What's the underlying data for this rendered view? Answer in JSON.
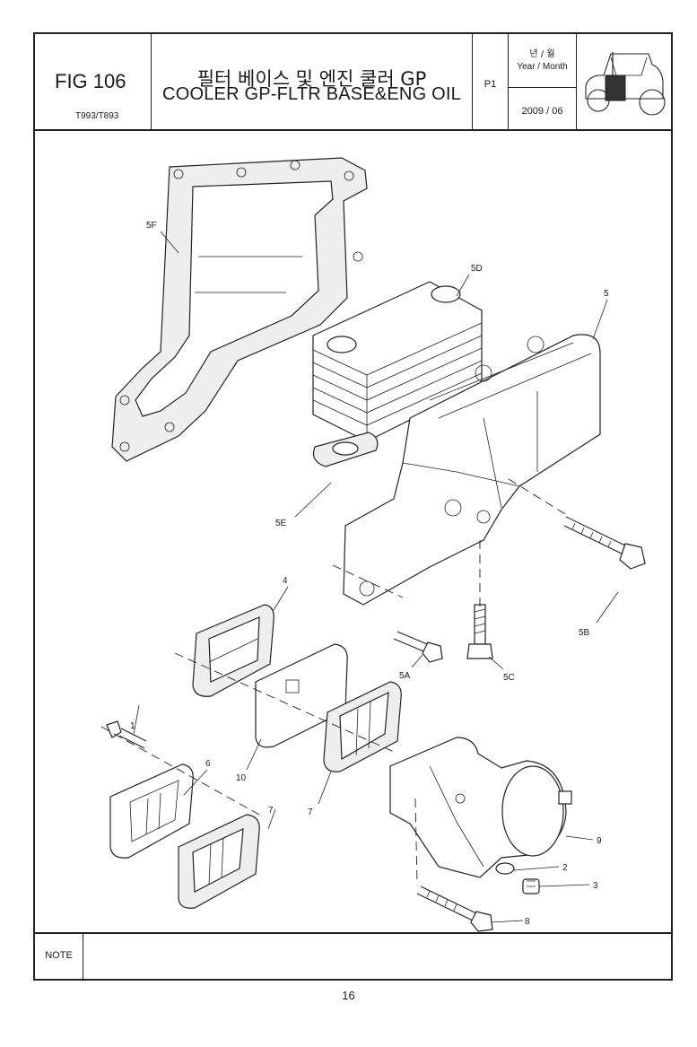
{
  "header": {
    "fig_label": "FIG 106",
    "models": "T993/T893",
    "title_kr": "필터 베이스 및 엔진 쿨러 GP",
    "title_en": "COOLER GP-FLTR BASE&ENG OIL",
    "page_code": "P1",
    "year_month_kr": "년 / 월",
    "year_month_en": "Year / Month",
    "year_month_value": "2009  / 06",
    "tractor_icon": "tractor-icon"
  },
  "callouts": [
    "5F",
    "5D",
    "5",
    "5E",
    "4",
    "5B",
    "5A",
    "5C",
    "1",
    "6",
    "10",
    "7",
    "7",
    "9",
    "2",
    "3",
    "8"
  ],
  "footer": {
    "note_label": "NOTE",
    "note_text": "",
    "page_number": "16"
  }
}
